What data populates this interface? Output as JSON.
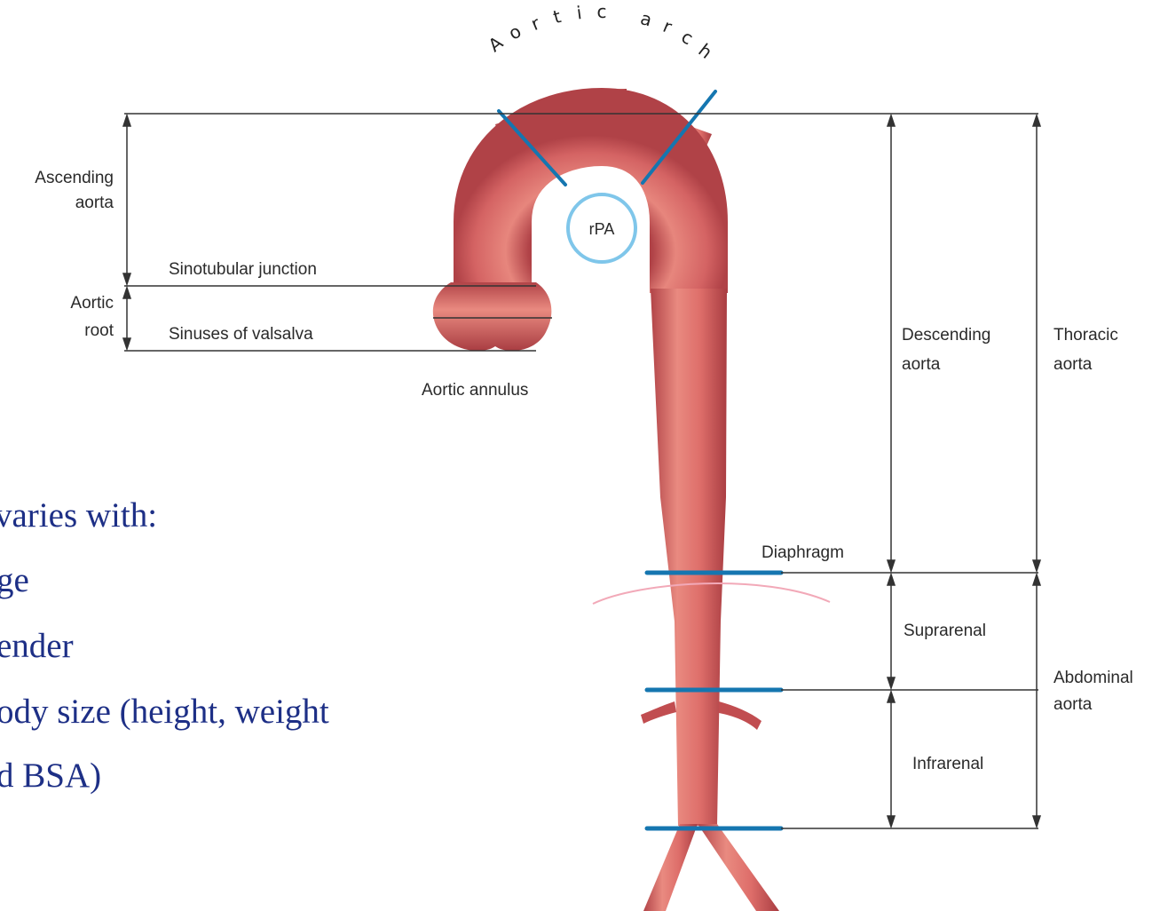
{
  "labels": {
    "aortic_arch": "Aortic arch",
    "ascending_aorta_1": "Ascending",
    "ascending_aorta_2": "aorta",
    "aortic_root_1": "Aortic",
    "aortic_root_2": "root",
    "sinotubular_junction": "Sinotubular junction",
    "sinuses_of_valsalva": "Sinuses of valsalva",
    "aortic_annulus": "Aortic annulus",
    "rpa": "rPA",
    "descending_aorta_1": "Descending",
    "descending_aorta_2": "aorta",
    "thoracic_aorta_1": "Thoracic",
    "thoracic_aorta_2": "aorta",
    "diaphragm": "Diaphragm",
    "suprarenal": "Suprarenal",
    "abdominal_aorta_1": "Abdominal",
    "abdominal_aorta_2": "aorta",
    "infrarenal": "Infrarenal"
  },
  "bullets": {
    "line1": "varies with:",
    "line2": "ge",
    "line3": "ender",
    "line4": "ody size (height, weight",
    "line5": "d BSA)"
  },
  "colors": {
    "aorta": "#d05a5a",
    "aorta_highlight": "#e7857c",
    "aorta_shadow": "#a83c40",
    "marker": "#1576b0",
    "rpa_ring": "#7fc6ea",
    "bullet_text": "#1d2f86",
    "line": "#333333"
  }
}
